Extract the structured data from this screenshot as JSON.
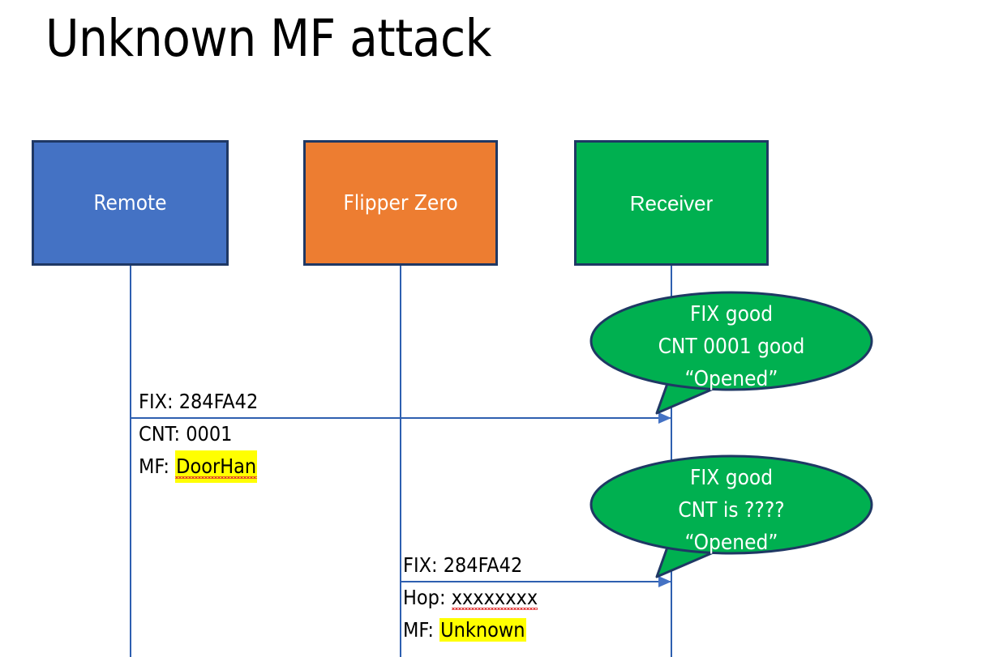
{
  "slide": {
    "title": "Unknown MF attack"
  },
  "actors": [
    {
      "id": "remote",
      "label": "Remote",
      "color": "#4472C4"
    },
    {
      "id": "flipper",
      "label": "Flipper Zero",
      "color": "#ED7D31"
    },
    {
      "id": "receiver",
      "label": "Receiver",
      "color": "#00B050"
    }
  ],
  "messages": [
    {
      "id": "msg-1",
      "from": "remote",
      "to": "receiver",
      "above": "FIX: 284FA42",
      "line2_prefix": "CNT: 0001",
      "line3_prefix": "MF: ",
      "line3_highlight": "DoorHan",
      "line3_highlight_color": "#FFFF00"
    },
    {
      "id": "msg-2",
      "from": "flipper",
      "to": "receiver",
      "above": "FIX: 284FA42",
      "line2_prefix": "Hop: ",
      "line2_squiggle": "xxxxxxxx",
      "line3_prefix": "MF: ",
      "line3_highlight": "Unknown",
      "line3_highlight_color": "#FFFF00"
    }
  ],
  "bubbles": [
    {
      "id": "bubble-1",
      "line1": "FIX good",
      "line2": "CNT 0001 good",
      "line3": "“Opened”",
      "fill": "#00B050",
      "stroke": "#1F3864"
    },
    {
      "id": "bubble-2",
      "line1": "FIX good",
      "line2": "CNT is ????",
      "line3": "“Opened”",
      "fill": "#00B050",
      "stroke": "#1F3864"
    }
  ],
  "colors": {
    "border_navy": "#1F3864",
    "lifeline_blue": "#2E5FB0",
    "arrow_blue": "#4472C4",
    "highlight_yellow": "#FFFF00",
    "spellcheck_red": "#E03030",
    "text_black": "#000000",
    "text_white": "#FFFFFF",
    "background": "#FFFFFF"
  }
}
